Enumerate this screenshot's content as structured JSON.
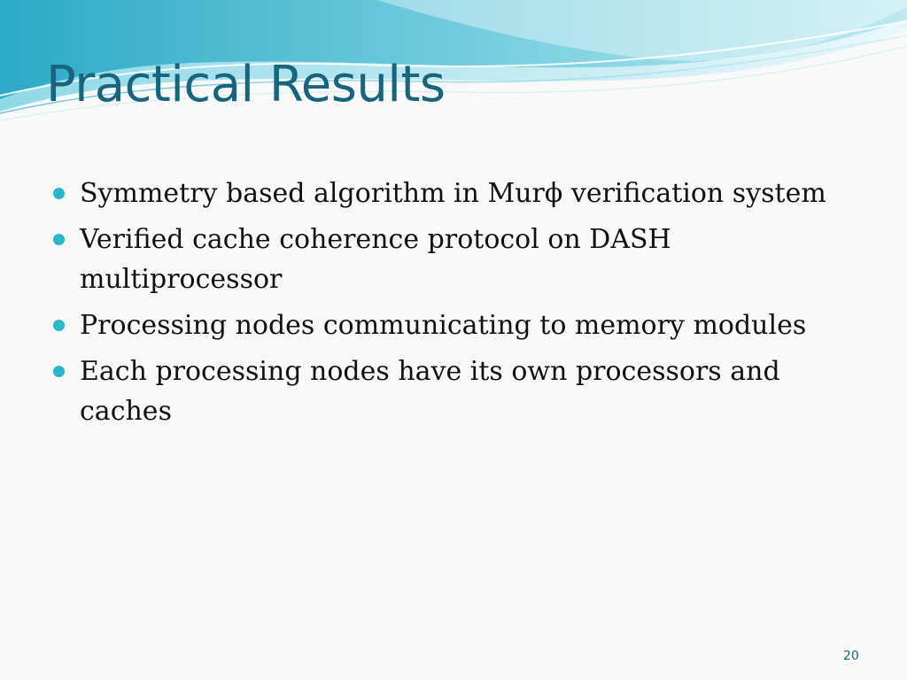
{
  "slide": {
    "title": "Practical Results",
    "bullets": [
      "Symmetry based algorithm in Murϕ verification system",
      "Verified cache coherence protocol on DASH multiprocessor",
      "Processing nodes communicating to memory modules",
      "Each processing nodes have its own processors and caches"
    ],
    "page_number": "20"
  },
  "colors": {
    "title": "#17657d",
    "bullet": "#2cb7c9",
    "wave_primary": "#38b3cf",
    "wave_secondary": "#8fd6e4"
  }
}
